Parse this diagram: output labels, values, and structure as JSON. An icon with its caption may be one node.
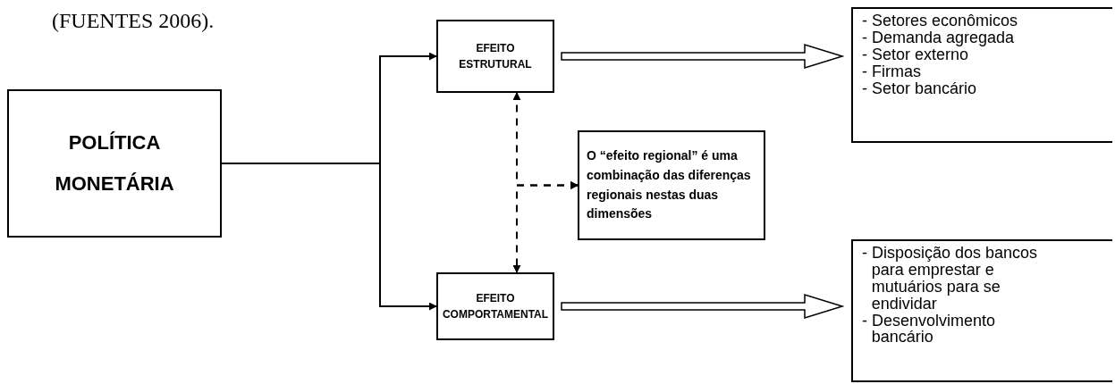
{
  "diagram": {
    "nodes": [
      {
        "text": [
          "POLÍTICA MONETÁRIA"
        ]
      },
      {
        "text": [
          "EFEITO ESTRUTURAL"
        ]
      },
      {
        "text": [
          "- Setores econômicos",
          "- Demanda agregada",
          "- Setor externo",
          "- Firmas",
          "- Setor bancário"
        ]
      },
      {
        "text": [
          "O “efeito regional” é uma combinação das diferenças regionais nestas duas dimensões"
        ]
      },
      {
        "text": [
          "EFEITO COMPORTAMENTAL"
        ]
      },
      {
        "text": [
          "- Disposição dos bancos para emprestar e mutuários para se endividar",
          "- Desenvolvimento bancário"
        ]
      }
    ],
    "edges": [
      {
        "from": 0,
        "to": 1,
        "arrow": "to"
      },
      {
        "from": 0,
        "to": 4,
        "arrow": "to"
      },
      {
        "from": 1,
        "to": 2,
        "arrow": "to",
        "style": "thick"
      },
      {
        "from": 4,
        "to": 5,
        "arrow": "to",
        "style": "thick"
      },
      {
        "from": 3,
        "to": 1,
        "arrow": "both",
        "style": "dashed"
      },
      {
        "from": 3,
        "to": 4,
        "arrow": "both",
        "style": "dashed"
      }
    ],
    "labels": [
      "(FUENTES 2006)."
    ]
  }
}
